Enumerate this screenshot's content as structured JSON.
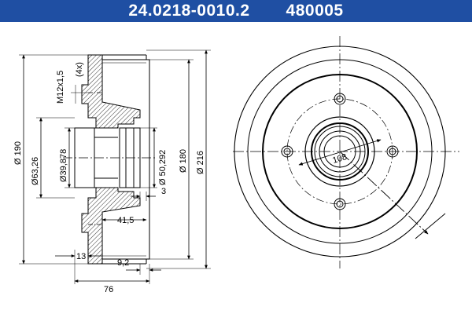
{
  "header": {
    "part_number": "24.0218-0010.2",
    "ref_number": "480005"
  },
  "dimensions": {
    "thread": "M12x1,5",
    "thread_count": "(4x)",
    "d_190": "Ø 190",
    "d_63": "Ø63,26",
    "d_39": "Ø39,878",
    "d_50": "Ø 50,292",
    "d_180": "Ø 180",
    "d_216": "Ø 216",
    "len_3": "3",
    "len_41_5": "41,5",
    "len_13": "13",
    "len_9_2": "9,2",
    "len_76": "76",
    "pcd_108": "108"
  },
  "colors": {
    "header_bg": "#1f4fa3",
    "header_text": "#ffffff"
  }
}
